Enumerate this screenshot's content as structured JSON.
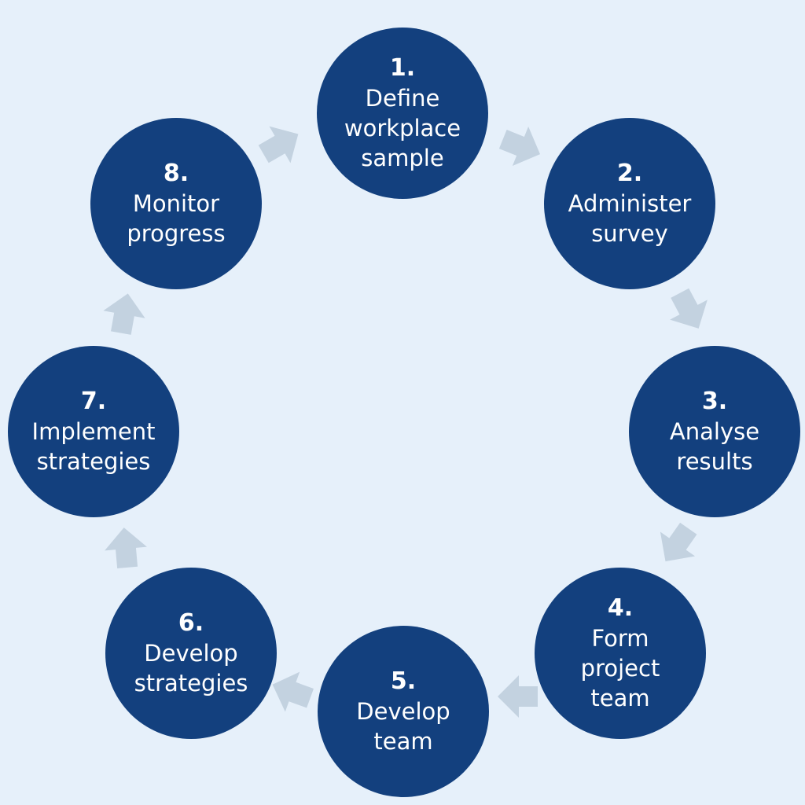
{
  "colors": {
    "background": "#e6f0fa",
    "circle_fill": "#13407e",
    "circle_text": "#ffffff",
    "arrow_fill": "#c3d2e0"
  },
  "steps": [
    {
      "number": "1.",
      "label": "Define\nworkplace\nsample"
    },
    {
      "number": "2.",
      "label": "Administer\nsurvey"
    },
    {
      "number": "3.",
      "label": "Analyse\nresults"
    },
    {
      "number": "4.",
      "label": "Form\nproject\nteam"
    },
    {
      "number": "5.",
      "label": "Develop\nteam"
    },
    {
      "number": "6.",
      "label": "Develop\nstrategies"
    },
    {
      "number": "7.",
      "label": "Implement\nstrategies"
    },
    {
      "number": "8.",
      "label": "Monitor\nprogress"
    }
  ],
  "connector_icon": "arrow-icon"
}
